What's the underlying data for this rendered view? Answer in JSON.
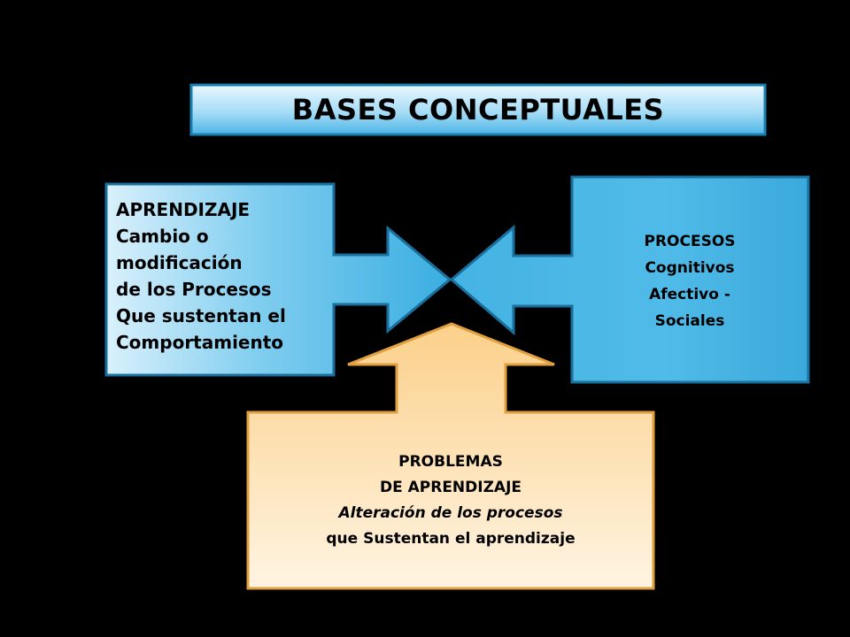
{
  "title": "BASES CONCEPTUALES",
  "aprendizaje": {
    "lines": [
      "APRENDIZAJE",
      "Cambio o",
      "modificación",
      "de los Procesos",
      "Que sustentan el",
      "Comportamiento"
    ]
  },
  "procesos": {
    "lines": [
      "PROCESOS",
      "Cognitivos",
      "Afectivo -",
      "Sociales"
    ]
  },
  "problemas": {
    "lines": [
      "PROBLEMAS",
      "DE APRENDIZAJE",
      "Alteración de los procesos",
      "que Sustentan el aprendizaje"
    ]
  },
  "colors": {
    "background": "#000000",
    "blue_light": "#d6f0fb",
    "blue_mid": "#4dbbe6",
    "blue_dark": "#1d9fd8",
    "orange_light": "#fff3e0",
    "orange_mid": "#fbd28c",
    "border_blue": "#1b6f9c",
    "border_orange": "#e0a040"
  }
}
